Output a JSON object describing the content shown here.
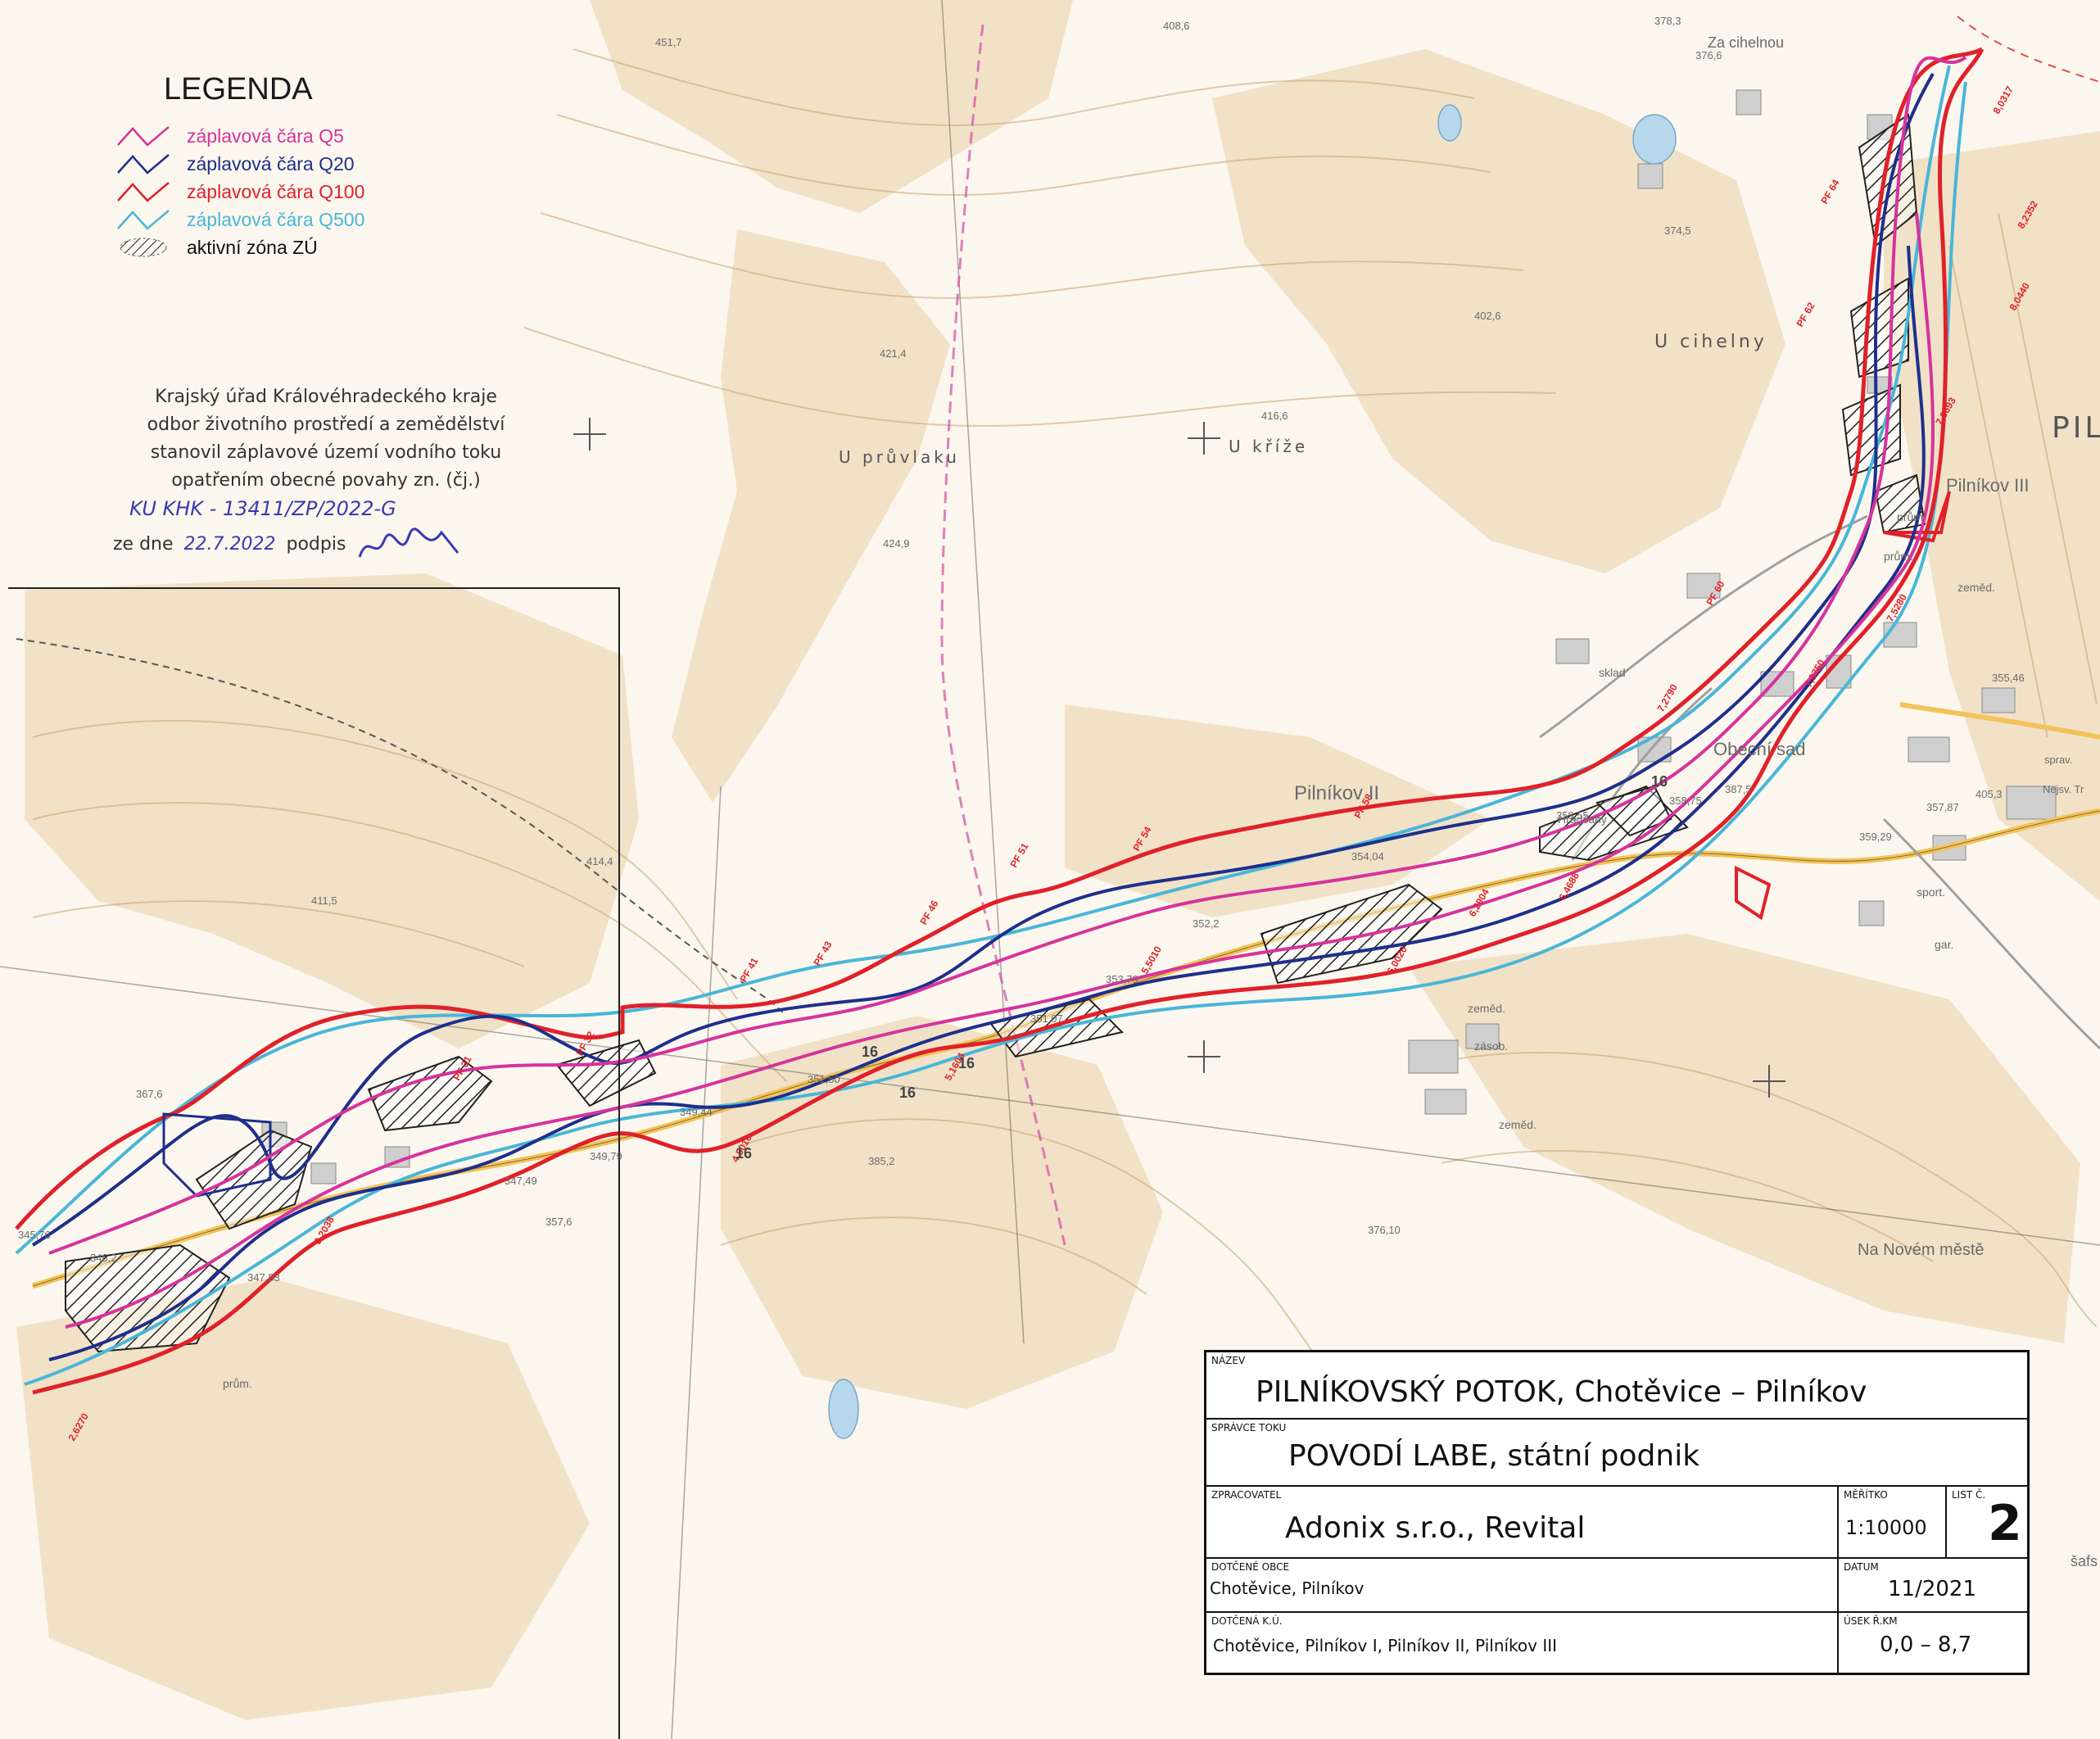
{
  "legend": {
    "title": "LEGENDA",
    "items": [
      {
        "label": "záplavová čára Q5",
        "color": "#d6339c",
        "symbol": "line"
      },
      {
        "label": "záplavová čára Q20",
        "color": "#1e2f8c",
        "symbol": "line"
      },
      {
        "label": "záplavová čára Q100",
        "color": "#e0212a",
        "symbol": "line"
      },
      {
        "label": "záplavová čára Q500",
        "color": "#49b6d8",
        "symbol": "line"
      },
      {
        "label": "aktivní zóna ZÚ",
        "color": "#222222",
        "symbol": "hatch"
      }
    ]
  },
  "stamp": {
    "line1": "Krajský úřad Královéhradeckého kraje",
    "line2": "odbor životního prostředí a zemědělství",
    "line3": "stanovil záplavové území  vodního toku",
    "line4": "opatřením obecné povahy zn. (čj.)",
    "ref": "KU KHK - 13411/ZP/2022-G",
    "date_prefix": "ze dne",
    "date": "22.7.2022",
    "sign_label": "podpis"
  },
  "place_labels": {
    "pilnikov2": "Pilníkov II",
    "pilnikov3": "Pilníkov III",
    "pil_edge": "PIL",
    "u_pruvlaku": "U průvlaku",
    "u_krize": "U kříže",
    "u_cihelny": "U cihelny",
    "za_cihelnou": "Za cihelnou",
    "obecni_sad": "Obecní sad",
    "na_novem_meste": "Na Novém městě",
    "hradcany": "Hradčany",
    "zemed1": "zeměd.",
    "zemed2": "zeměd.",
    "zemed3": "zeměd.",
    "zasob": "zásob.",
    "sklad": "sklad",
    "prum1": "prům.",
    "prum2": "prům.",
    "prum3": "prům.",
    "sport": "sport.",
    "gar": "gar.",
    "sprav": "sprav.",
    "nejsv": "Nejsv. Tr",
    "safs": "šafs"
  },
  "spot_heights": [
    "451,7",
    "408,6",
    "378,3",
    "376,6",
    "421,4",
    "402,6",
    "416,6",
    "374,5",
    "424,9",
    "414,4",
    "411,5",
    "367,6",
    "385,2",
    "376,10",
    "347,49",
    "357,6",
    "351,07",
    "351,50",
    "354,04",
    "352,2",
    "353,79",
    "358,75",
    "359,55",
    "387,5",
    "359,29",
    "357,87",
    "355,46",
    "405,3",
    "345,76",
    "346,2",
    "347,83",
    "349,44",
    "349,79"
  ],
  "road_number": "16",
  "title_block": {
    "name_caption": "NÁZEV",
    "name": "PILNÍKOVSKÝ POTOK, Chotěvice – Pilníkov",
    "manager_caption": "SPRÁVCE TOKU",
    "manager": "POVODÍ LABE, státní podnik",
    "author_caption": "ZPRACOVATEL",
    "author": "Adonix s.r.o., Revital",
    "scale_caption": "MĚŘÍTKO",
    "scale": "1:10000",
    "sheet_caption": "LIST Č.",
    "sheet": "2",
    "municipalities_caption": "DOTČENÉ OBCE",
    "municipalities": "Chotěvice, Pilníkov",
    "date_caption": "DATUM",
    "date": "11/2021",
    "cadastral_caption": "DOTČENÁ K.Ú.",
    "cadastral": "Chotěvice, Pilníkov I, Pilníkov II, Pilníkov III",
    "section_caption": "ÚSEK Ř.KM",
    "section": "0,0 – 8,7"
  }
}
